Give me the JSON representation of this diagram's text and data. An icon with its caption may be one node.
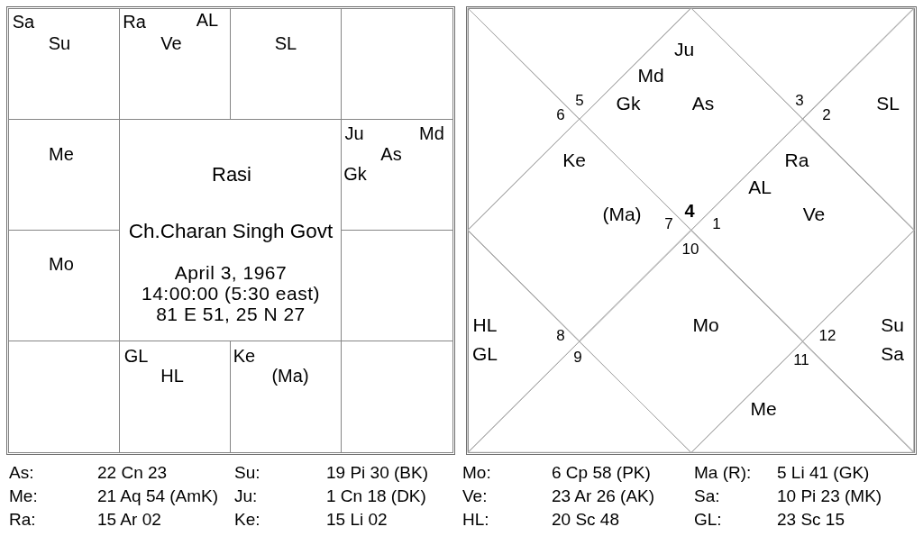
{
  "diagram": {
    "nodes": [
      {
        "text": [
          "Sa",
          "Su"
        ]
      },
      {
        "text": [
          "Ra",
          "AL",
          "Ve"
        ]
      },
      {
        "text": [
          "SL"
        ]
      },
      {
        "text": [],
        "shape": "box"
      },
      {
        "text": [
          "Me"
        ]
      },
      {
        "text": [
          "Rasi",
          "Ch.Charan Singh Govt",
          "April 3, 1967",
          "14:00:00 (5:30 east)",
          "81 E 51, 25 N 27"
        ]
      },
      {
        "text": [
          "Ju",
          "Md",
          "As",
          "Gk"
        ]
      },
      {
        "text": [
          "Mo"
        ]
      },
      {
        "text": [],
        "shape": "box"
      },
      {
        "text": [],
        "shape": "box"
      },
      {
        "text": [
          "GL",
          "HL"
        ]
      },
      {
        "text": [
          "Ke",
          "(Ma)"
        ]
      },
      {
        "text": [],
        "shape": "box"
      },
      {
        "text": [
          "Ju",
          "Md",
          "Gk",
          "As",
          "4"
        ]
      },
      {
        "text": [
          "5"
        ]
      },
      {
        "text": [
          "6"
        ]
      },
      {
        "text": [
          "Ke",
          "(Ma)",
          "7"
        ]
      },
      {
        "text": [
          "HL",
          "8",
          "GL"
        ]
      },
      {
        "text": [
          "9"
        ]
      },
      {
        "text": [
          "10",
          "Mo"
        ]
      },
      {
        "text": [
          "11",
          "Me"
        ]
      },
      {
        "text": [
          "12",
          "Su",
          "Sa"
        ]
      },
      {
        "text": [
          "Ra",
          "AL",
          "Ve",
          "1"
        ]
      },
      {
        "text": [
          "2",
          "SL"
        ]
      },
      {
        "text": [
          "3"
        ]
      }
    ],
    "labels": [
      "As:",
      "22 Cn 23",
      "Su:",
      "19 Pi 30 (BK)",
      "Mo:",
      "6 Cp 58 (PK)",
      "Ma (R):",
      "5 Li 41 (GK)",
      "Me:",
      "21 Aq 54 (AmK)",
      "Ju:",
      "1 Cn 18 (DK)",
      "Ve:",
      "23 Ar 26 (AK)",
      "Sa:",
      "10 Pi 23 (MK)",
      "Ra:",
      "15 Ar 02",
      "Ke:",
      "15 Li 02",
      "HL:",
      "20 Sc 48",
      "GL:",
      "23 Sc 15"
    ]
  }
}
